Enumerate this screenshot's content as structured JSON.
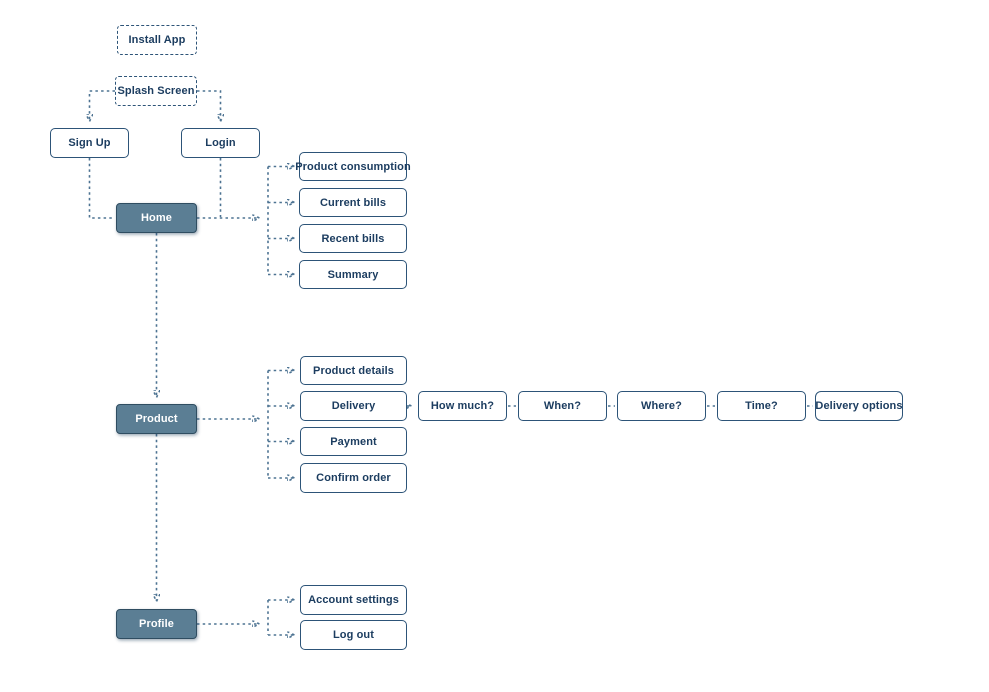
{
  "colors": {
    "background": "#ffffff",
    "node_border": "#2d5478",
    "node_text": "#1c3d60",
    "filled_bg": "#5b7e94",
    "filled_border": "#2f4d61",
    "filled_text": "#ffffff",
    "connector": "#4d7392",
    "arrowhead": "#1f3e5a"
  },
  "nodes": {
    "install_app": "Install App",
    "splash_screen": "Splash Screen",
    "sign_up": "Sign Up",
    "login": "Login",
    "home": "Home",
    "product_consumption": "Product consumption",
    "current_bills": "Current bills",
    "recent_bills": "Recent bills",
    "summary": "Summary",
    "product": "Product",
    "product_details": "Product details",
    "delivery": "Delivery",
    "payment": "Payment",
    "confirm_order": "Confirm order",
    "how_much": "How much?",
    "when": "When?",
    "where": "Where?",
    "time": "Time?",
    "delivery_options": "Delivery options",
    "profile": "Profile",
    "account_settings": "Account settings",
    "log_out": "Log out"
  },
  "edges": [
    {
      "from": "splash_screen",
      "to": "sign_up"
    },
    {
      "from": "splash_screen",
      "to": "login"
    },
    {
      "from": "sign_up",
      "to": "home"
    },
    {
      "from": "login",
      "to": "home"
    },
    {
      "from": "home",
      "to": "product_consumption"
    },
    {
      "from": "home",
      "to": "current_bills"
    },
    {
      "from": "home",
      "to": "recent_bills"
    },
    {
      "from": "home",
      "to": "summary"
    },
    {
      "from": "home",
      "to": "product"
    },
    {
      "from": "product",
      "to": "product_details"
    },
    {
      "from": "product",
      "to": "delivery"
    },
    {
      "from": "product",
      "to": "payment"
    },
    {
      "from": "product",
      "to": "confirm_order"
    },
    {
      "from": "delivery",
      "to": "how_much"
    },
    {
      "from": "how_much",
      "to": "when"
    },
    {
      "from": "when",
      "to": "where"
    },
    {
      "from": "where",
      "to": "time"
    },
    {
      "from": "time",
      "to": "delivery_options"
    },
    {
      "from": "product",
      "to": "profile"
    },
    {
      "from": "profile",
      "to": "account_settings"
    },
    {
      "from": "profile",
      "to": "log_out"
    }
  ]
}
